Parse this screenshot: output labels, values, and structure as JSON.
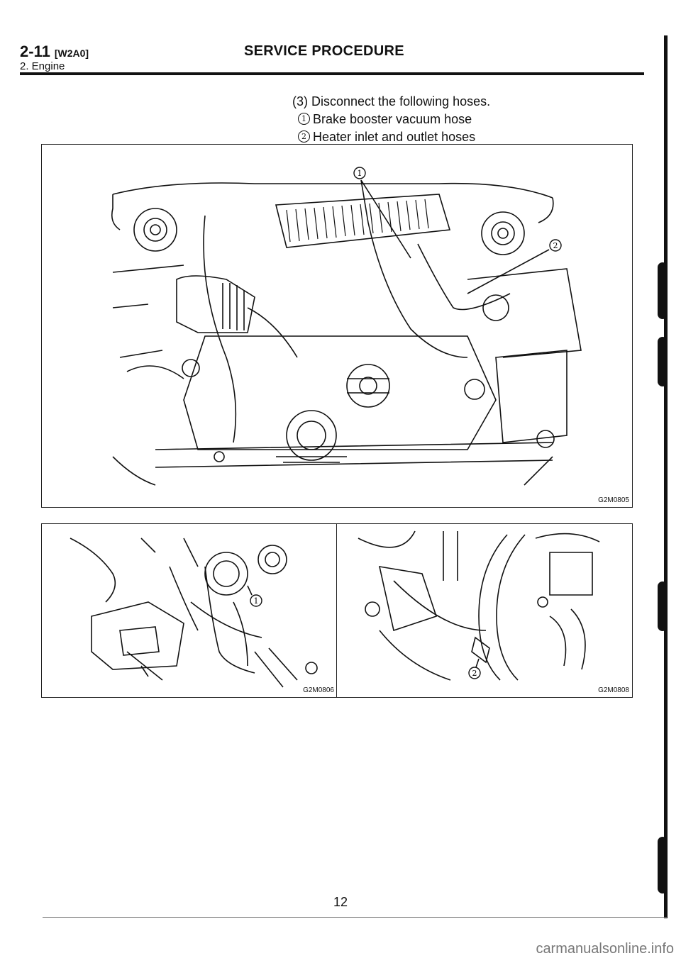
{
  "header": {
    "section_number": "2-11",
    "section_code": "[W2A0]",
    "subsection": "2. Engine",
    "title": "SERVICE PROCEDURE"
  },
  "instruction": {
    "step": "(3) Disconnect the following hoses.",
    "items": [
      {
        "num": "1",
        "text": "Brake booster vacuum hose"
      },
      {
        "num": "2",
        "text": "Heater inlet and outlet hoses"
      }
    ]
  },
  "figures": {
    "main": {
      "code": "G2M0805",
      "callouts": [
        "1",
        "2"
      ]
    },
    "left": {
      "code": "G2M0806",
      "callout": "1"
    },
    "right": {
      "code": "G2M0808",
      "callout": "2"
    }
  },
  "footer": {
    "page_number": "12",
    "watermark": "carmanualsonline.info"
  }
}
